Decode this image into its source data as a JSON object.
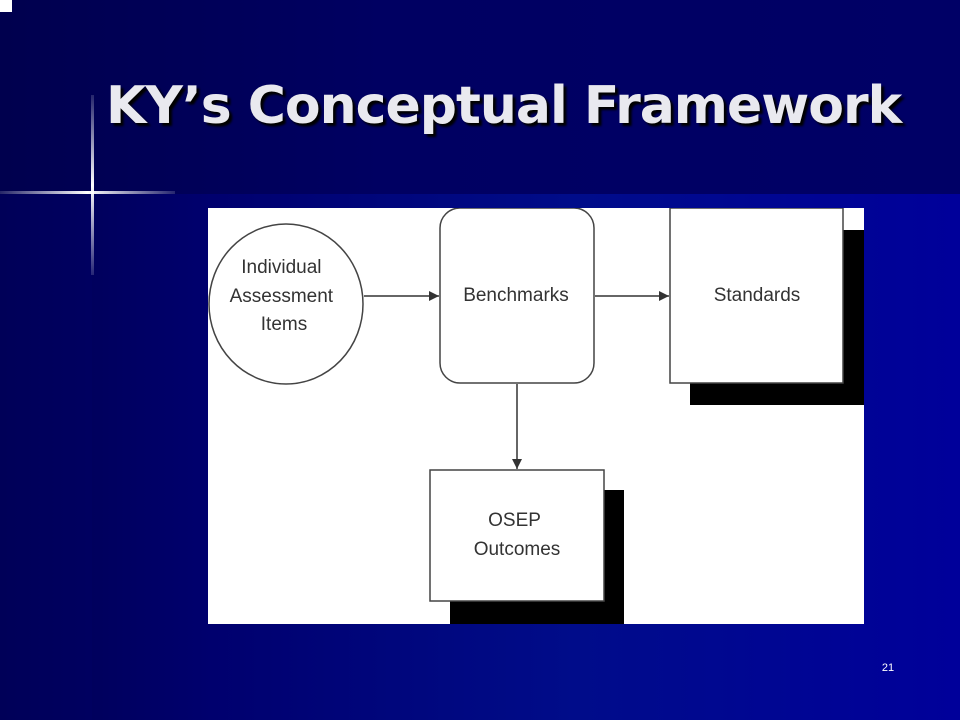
{
  "slide": {
    "title": "KY’s Conceptual Framework",
    "page_number": "21"
  },
  "diagram": {
    "nodes": {
      "individual_assessment_items": {
        "lines": [
          "Individual",
          "Assessment",
          "Items"
        ]
      },
      "benchmarks": {
        "label": "Benchmarks"
      },
      "standards": {
        "label": "Standards"
      },
      "osep_outcomes": {
        "lines": [
          "OSEP",
          "Outcomes"
        ]
      }
    }
  },
  "colors": {
    "background": "#00008b",
    "title_text": "#e9e9ef",
    "diagram_background": "#ffffff",
    "node_stroke": "#444444",
    "node_shadow": "#000000",
    "node_text": "#333333"
  }
}
